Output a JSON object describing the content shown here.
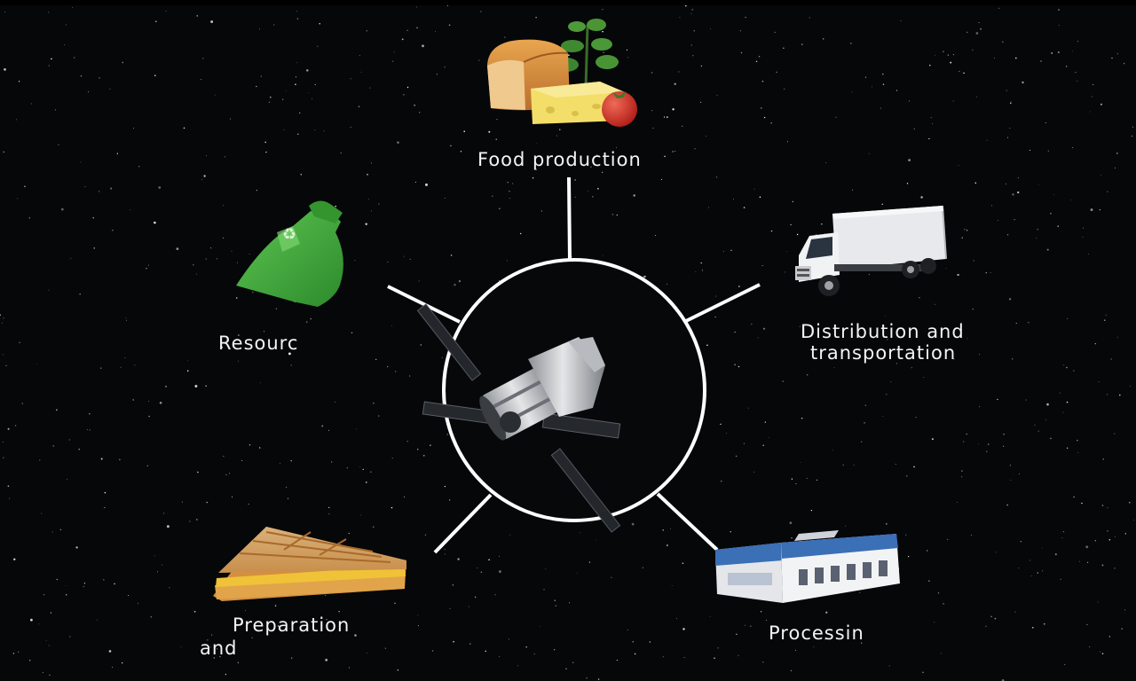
{
  "diagram": {
    "center": {
      "icon": "spacecraft-icon"
    },
    "nodes": [
      {
        "key": "food",
        "label": "Food production",
        "icon": "food-icon"
      },
      {
        "key": "distribution",
        "label_line1": "Distribution and",
        "label_line2": "transportation",
        "icon": "truck-icon"
      },
      {
        "key": "processing",
        "label": "Processin",
        "icon": "factory-icon"
      },
      {
        "key": "preparation",
        "label_line1": "Preparation",
        "label_line2": "and",
        "icon": "sandwich-icon"
      },
      {
        "key": "resource",
        "label": "Resourc",
        "icon": "recycle-bag-icon"
      }
    ]
  },
  "colors": {
    "background": "#060709",
    "connector": "#ffffff",
    "text": "#f4f4f4",
    "bag": "#3fae3c",
    "truck": "#e8e9ec",
    "factory_blue": "#3b6fb6"
  }
}
